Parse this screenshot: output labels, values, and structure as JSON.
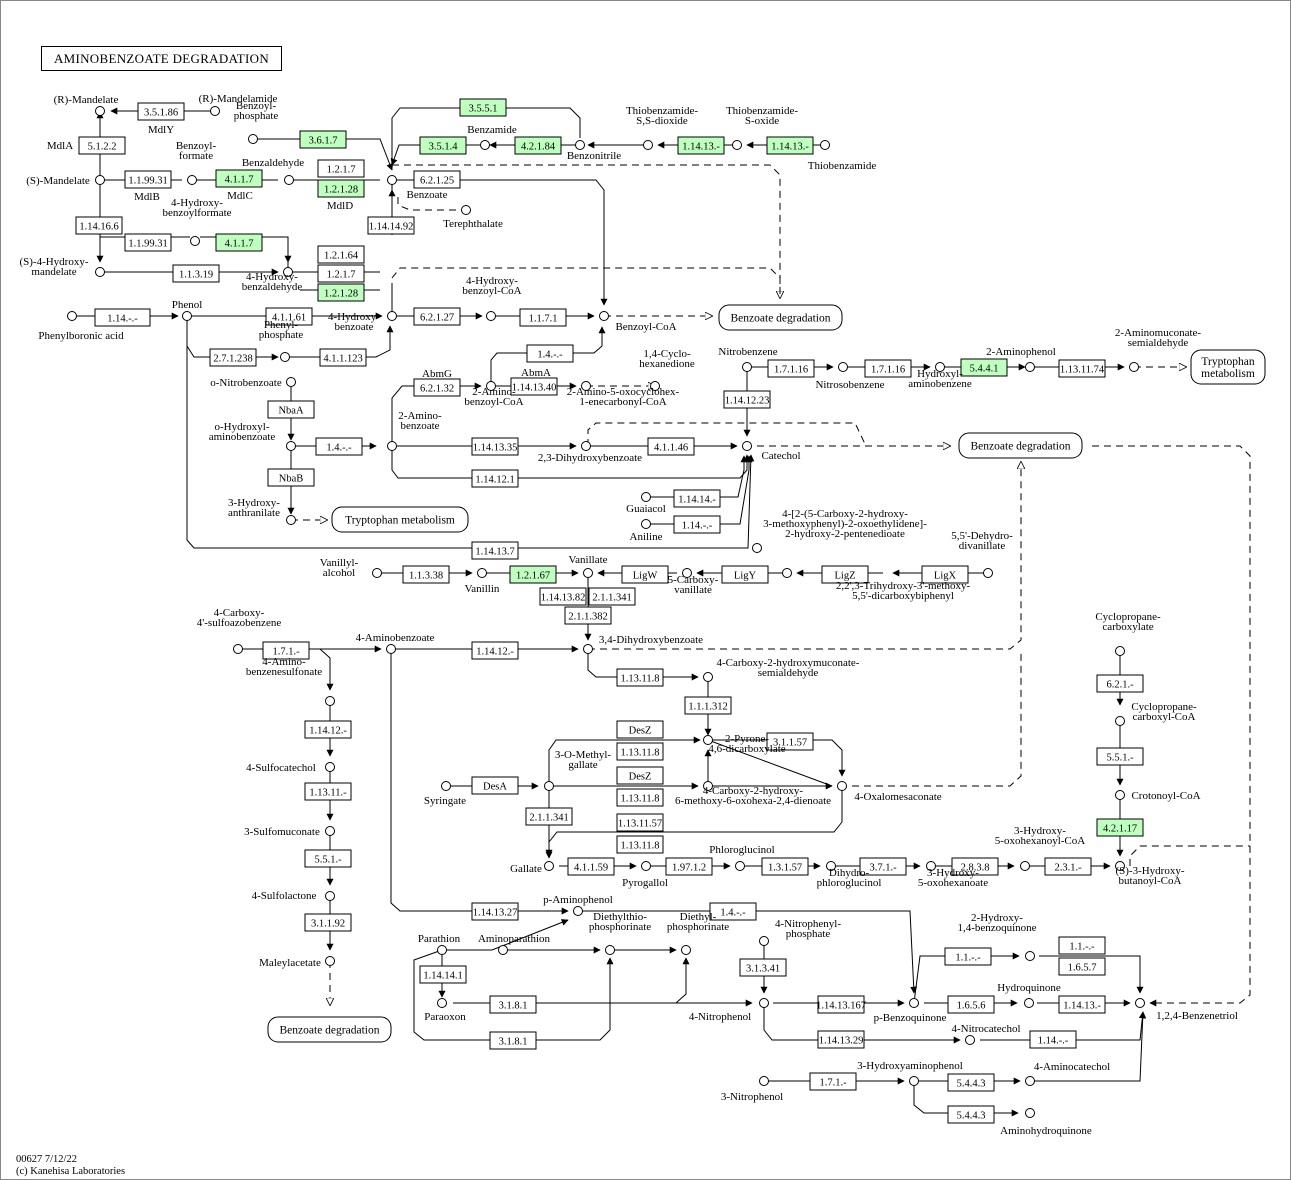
{
  "title": "AMINOBENZOATE DEGRADATION",
  "footer": {
    "map_id": "00627 7/12/22",
    "copyright": "(c) Kanehisa Laboratories"
  },
  "colors": {
    "enzyme_found": "#bfffbf",
    "enzyme_default": "#ffffff",
    "line": "#000000",
    "background": "#ffffff"
  },
  "enzymes": [
    {
      "id": "e1",
      "label": "3.5.1.86",
      "found": false
    },
    {
      "id": "e2",
      "label": "5.1.2.2",
      "found": false
    },
    {
      "id": "e3",
      "label": "1.1.99.31",
      "found": false
    },
    {
      "id": "e4",
      "label": "4.1.1.7",
      "found": true
    },
    {
      "id": "e5",
      "label": "3.6.1.7",
      "found": true
    },
    {
      "id": "e6",
      "label": "1.2.1.7",
      "found": false
    },
    {
      "id": "e7",
      "label": "1.2.1.28",
      "found": true
    },
    {
      "id": "e8",
      "label": "3.5.5.1",
      "found": true
    },
    {
      "id": "e9",
      "label": "3.5.1.4",
      "found": true
    },
    {
      "id": "e10",
      "label": "4.2.1.84",
      "found": true
    },
    {
      "id": "e11",
      "label": "1.14.13.-",
      "found": true
    },
    {
      "id": "e12",
      "label": "1.14.13.-",
      "found": true
    },
    {
      "id": "e13",
      "label": "6.2.1.25",
      "found": false
    },
    {
      "id": "e14",
      "label": "1.14.16.6",
      "found": false
    },
    {
      "id": "e15",
      "label": "1.14.14.92",
      "found": false
    },
    {
      "id": "e16",
      "label": "1.1.99.31",
      "found": false
    },
    {
      "id": "e17",
      "label": "4.1.1.7",
      "found": true
    },
    {
      "id": "e18",
      "label": "1.2.1.64",
      "found": false
    },
    {
      "id": "e19",
      "label": "1.1.3.19",
      "found": false
    },
    {
      "id": "e20",
      "label": "1.2.1.7",
      "found": false
    },
    {
      "id": "e21",
      "label": "1.2.1.28",
      "found": true
    },
    {
      "id": "e22",
      "label": "1.14.-.-",
      "found": false
    },
    {
      "id": "e23",
      "label": "4.1.1.61",
      "found": false
    },
    {
      "id": "e24",
      "label": "6.2.1.27",
      "found": false
    },
    {
      "id": "e25",
      "label": "1.1.7.1",
      "found": false
    },
    {
      "id": "e26",
      "label": "2.7.1.238",
      "found": false
    },
    {
      "id": "e27",
      "label": "4.1.1.123",
      "found": false
    },
    {
      "id": "e28",
      "label": "1.4.-.-",
      "found": false
    },
    {
      "id": "e29",
      "label": "6.2.1.32",
      "found": false
    },
    {
      "id": "e30",
      "label": "1.14.13.40",
      "found": false
    },
    {
      "id": "e31",
      "label": "1.7.1.16",
      "found": false
    },
    {
      "id": "e32",
      "label": "1.7.1.16",
      "found": false
    },
    {
      "id": "e33",
      "label": "5.4.4.1",
      "found": true
    },
    {
      "id": "e34",
      "label": "1.13.11.74",
      "found": false
    },
    {
      "id": "e35",
      "label": "NbaA",
      "found": false
    },
    {
      "id": "e36",
      "label": "1.4.-.-",
      "found": false
    },
    {
      "id": "e37",
      "label": "NbaB",
      "found": false
    },
    {
      "id": "e38",
      "label": "1.14.13.35",
      "found": false
    },
    {
      "id": "e39",
      "label": "4.1.1.46",
      "found": false
    },
    {
      "id": "e40",
      "label": "1.14.12.23",
      "found": false
    },
    {
      "id": "e41",
      "label": "1.14.12.1",
      "found": false
    },
    {
      "id": "e42",
      "label": "1.14.14.-",
      "found": false
    },
    {
      "id": "e43",
      "label": "1.14.-.-",
      "found": false
    },
    {
      "id": "e44",
      "label": "1.14.13.7",
      "found": false
    },
    {
      "id": "e45",
      "label": "1.1.3.38",
      "found": false
    },
    {
      "id": "e46",
      "label": "1.2.1.67",
      "found": true
    },
    {
      "id": "e47",
      "label": "LigW",
      "found": false
    },
    {
      "id": "e48",
      "label": "LigY",
      "found": false
    },
    {
      "id": "e49",
      "label": "LigZ",
      "found": false
    },
    {
      "id": "e50",
      "label": "LigX",
      "found": false
    },
    {
      "id": "e51",
      "label": "1.14.13.82",
      "found": false
    },
    {
      "id": "e52",
      "label": "2.1.1.341",
      "found": false
    },
    {
      "id": "e53",
      "label": "2.1.1.382",
      "found": false
    },
    {
      "id": "e54",
      "label": "1.7.1.-",
      "found": false
    },
    {
      "id": "e55",
      "label": "1.14.12.-",
      "found": false
    },
    {
      "id": "e56",
      "label": "1.13.11.8",
      "found": false
    },
    {
      "id": "e57",
      "label": "1.1.1.312",
      "found": false
    },
    {
      "id": "e58",
      "label": "DesZ",
      "found": false
    },
    {
      "id": "e59",
      "label": "1.13.11.8",
      "found": false
    },
    {
      "id": "e60",
      "label": "3.1.1.57",
      "found": false
    },
    {
      "id": "e61",
      "label": "DesA",
      "found": false
    },
    {
      "id": "e62",
      "label": "DesZ",
      "found": false
    },
    {
      "id": "e63",
      "label": "1.13.11.8",
      "found": false
    },
    {
      "id": "e64",
      "label": "2.1.1.341",
      "found": false
    },
    {
      "id": "e65",
      "label": "1.13.11.57",
      "found": false
    },
    {
      "id": "e66",
      "label": "1.13.11.8",
      "found": false
    },
    {
      "id": "e67",
      "label": "4.1.1.59",
      "found": false
    },
    {
      "id": "e68",
      "label": "1.97.1.2",
      "found": false
    },
    {
      "id": "e69",
      "label": "1.3.1.57",
      "found": false
    },
    {
      "id": "e70",
      "label": "3.7.1.-",
      "found": false
    },
    {
      "id": "e71",
      "label": "2.8.3.8",
      "found": false
    },
    {
      "id": "e72",
      "label": "2.3.1.-",
      "found": false
    },
    {
      "id": "e73",
      "label": "1.14.12.-",
      "found": false
    },
    {
      "id": "e74",
      "label": "1.13.11.-",
      "found": false
    },
    {
      "id": "e75",
      "label": "5.5.1.-",
      "found": false
    },
    {
      "id": "e76",
      "label": "3.1.1.92",
      "found": false
    },
    {
      "id": "e77",
      "label": "6.2.1.-",
      "found": false
    },
    {
      "id": "e78",
      "label": "5.5.1.-",
      "found": false
    },
    {
      "id": "e79",
      "label": "4.2.1.17",
      "found": true
    },
    {
      "id": "e80",
      "label": "1.14.13.27",
      "found": false
    },
    {
      "id": "e81",
      "label": "1.4.-.-",
      "found": false
    },
    {
      "id": "e82",
      "label": "1.14.14.1",
      "found": false
    },
    {
      "id": "e83",
      "label": "3.1.8.1",
      "found": false
    },
    {
      "id": "e84",
      "label": "3.1.8.1",
      "found": false
    },
    {
      "id": "e85",
      "label": "3.1.3.41",
      "found": false
    },
    {
      "id": "e86",
      "label": "1.14.13.167",
      "found": false
    },
    {
      "id": "e87",
      "label": "1.14.13.29",
      "found": false
    },
    {
      "id": "e88",
      "label": "1.1.-.-",
      "found": false
    },
    {
      "id": "e89",
      "label": "1.1.-.-",
      "found": false
    },
    {
      "id": "e90",
      "label": "1.6.5.7",
      "found": false
    },
    {
      "id": "e91",
      "label": "1.6.5.6",
      "found": false
    },
    {
      "id": "e92",
      "label": "1.14.13.-",
      "found": false
    },
    {
      "id": "e93",
      "label": "1.14.-.-",
      "found": false
    },
    {
      "id": "e94",
      "label": "1.7.1.-",
      "found": false
    },
    {
      "id": "e95",
      "label": "5.4.4.3",
      "found": false
    },
    {
      "id": "e96",
      "label": "5.4.4.3",
      "found": false
    }
  ],
  "gene_labels": [
    {
      "id": "g1",
      "text": "MdlY"
    },
    {
      "id": "g2",
      "text": "MdlA"
    },
    {
      "id": "g3",
      "text": "MdlB"
    },
    {
      "id": "g4",
      "text": "MdlC"
    },
    {
      "id": "g5",
      "text": "MdlD"
    },
    {
      "id": "g6",
      "text": "AbmG"
    },
    {
      "id": "g7",
      "text": "AbmA"
    }
  ],
  "compounds": [
    {
      "id": "c1",
      "lines": [
        "(R)-Mandelate"
      ]
    },
    {
      "id": "c2",
      "lines": [
        "(R)-Mandelamide"
      ]
    },
    {
      "id": "c3",
      "lines": [
        "(S)-Mandelate"
      ]
    },
    {
      "id": "c4",
      "lines": [
        "Benzoyl-",
        "formate"
      ]
    },
    {
      "id": "c5",
      "lines": [
        "Benzaldehyde"
      ]
    },
    {
      "id": "c6",
      "lines": [
        "Benzoyl-",
        "phosphate"
      ]
    },
    {
      "id": "c7",
      "lines": [
        "Benzamide"
      ]
    },
    {
      "id": "c8",
      "lines": [
        "Benzonitrile"
      ]
    },
    {
      "id": "c9",
      "lines": [
        "Thiobenzamide-",
        "S,S-dioxide"
      ]
    },
    {
      "id": "c10",
      "lines": [
        "Thiobenzamide-",
        "S-oxide"
      ]
    },
    {
      "id": "c11",
      "lines": [
        "Thiobenzamide"
      ]
    },
    {
      "id": "c12",
      "lines": [
        "Benzoate"
      ]
    },
    {
      "id": "c13",
      "lines": [
        "Terephthalate"
      ]
    },
    {
      "id": "c14",
      "lines": [
        "4-Hydroxy-",
        "benzoylformate"
      ]
    },
    {
      "id": "c15",
      "lines": [
        "(S)-4-Hydroxy-",
        "mandelate"
      ]
    },
    {
      "id": "c16",
      "lines": [
        "4-Hydroxy-",
        "benzaldehyde"
      ]
    },
    {
      "id": "c17",
      "lines": [
        "Phenol"
      ]
    },
    {
      "id": "c18",
      "lines": [
        "Phenylboronic acid"
      ]
    },
    {
      "id": "c19",
      "lines": [
        "4-Hydroxy-",
        "benzoate"
      ]
    },
    {
      "id": "c20",
      "lines": [
        "4-Hydroxy-",
        "benzoyl-CoA"
      ]
    },
    {
      "id": "c21",
      "lines": [
        "Benzoyl-CoA"
      ]
    },
    {
      "id": "c22",
      "lines": [
        "Phenyl-",
        "phosphate"
      ]
    },
    {
      "id": "c23",
      "lines": [
        "o-Nitrobenzoate"
      ]
    },
    {
      "id": "c24",
      "lines": [
        "2-Amino-",
        "benzoyl-CoA"
      ]
    },
    {
      "id": "c25",
      "lines": [
        "2-Amino-5-oxocyclohex-",
        "1-enecarbonyl-CoA"
      ]
    },
    {
      "id": "c26",
      "lines": [
        "1,4-Cyclo-",
        "hexanedione"
      ]
    },
    {
      "id": "c27",
      "lines": [
        "Nitrobenzene"
      ]
    },
    {
      "id": "c28",
      "lines": [
        "Nitrosobenzene"
      ]
    },
    {
      "id": "c29",
      "lines": [
        "Hydroxyl-",
        "aminobenzene"
      ]
    },
    {
      "id": "c30",
      "lines": [
        "2-Aminophenol"
      ]
    },
    {
      "id": "c31",
      "lines": [
        "2-Aminomuconate-",
        "semialdehyde"
      ]
    },
    {
      "id": "c32",
      "lines": [
        "o-Hydroxyl-",
        "aminobenzoate"
      ]
    },
    {
      "id": "c33",
      "lines": [
        "2-Amino-",
        "benzoate"
      ]
    },
    {
      "id": "c34",
      "lines": [
        "2,3-Dihydroxybenzoate"
      ]
    },
    {
      "id": "c35",
      "lines": [
        "Catechol"
      ]
    },
    {
      "id": "c36",
      "lines": [
        "3-Hydroxy-",
        "anthranilate"
      ]
    },
    {
      "id": "c37",
      "lines": [
        "Guaiacol"
      ]
    },
    {
      "id": "c38",
      "lines": [
        "Aniline"
      ]
    },
    {
      "id": "c39",
      "lines": [
        "4-[2-(5-Carboxy-2-hydroxy-",
        "3-methoxyphenyl)-2-oxoethylidene]-",
        "2-hydroxy-2-pentenedioate"
      ]
    },
    {
      "id": "c40",
      "lines": [
        "5,5'-Dehydro-",
        "divanillate"
      ]
    },
    {
      "id": "c41",
      "lines": [
        "Vanillyl-",
        "alcohol"
      ]
    },
    {
      "id": "c42",
      "lines": [
        "Vanillin"
      ]
    },
    {
      "id": "c43",
      "lines": [
        "Vanillate"
      ]
    },
    {
      "id": "c44",
      "lines": [
        "5-Carboxy-",
        "vanillate"
      ]
    },
    {
      "id": "c45",
      "lines": [
        "2,2',3-Trihydroxy-3'-methoxy-",
        "5,5'-dicarboxybiphenyl"
      ]
    },
    {
      "id": "c46",
      "lines": [
        "4-Carboxy-",
        "4'-sulfoazobenzene"
      ]
    },
    {
      "id": "c47",
      "lines": [
        "4-Aminobenzoate"
      ]
    },
    {
      "id": "c48",
      "lines": [
        "3,4-Dihydroxybenzoate"
      ]
    },
    {
      "id": "c49",
      "lines": [
        "4-Amino-",
        "benzenesulfonate"
      ]
    },
    {
      "id": "c50",
      "lines": [
        "4-Carboxy-2-hydroxymuconate-",
        "semialdehyde"
      ]
    },
    {
      "id": "c51",
      "lines": [
        "Cyclopropane-",
        "carboxylate"
      ]
    },
    {
      "id": "c52",
      "lines": [
        "Cyclopropane-",
        "carboxyl-CoA"
      ]
    },
    {
      "id": "c53",
      "lines": [
        "4-Sulfocatechol"
      ]
    },
    {
      "id": "c54",
      "lines": [
        "3-O-Methyl-",
        "gallate"
      ]
    },
    {
      "id": "c55",
      "lines": [
        "2-Pyrone-",
        "4,6-dicarboxylate"
      ]
    },
    {
      "id": "c56",
      "lines": [
        "Syringate"
      ]
    },
    {
      "id": "c57",
      "lines": [
        "4-Oxalomesaconate"
      ]
    },
    {
      "id": "c58",
      "lines": [
        "Crotonoyl-CoA"
      ]
    },
    {
      "id": "c59",
      "lines": [
        "4-Carboxy-2-hydroxy-",
        "6-methoxy-6-oxohexa-2,4-dienoate"
      ]
    },
    {
      "id": "c60",
      "lines": [
        "3-Sulfomuconate"
      ]
    },
    {
      "id": "c61",
      "lines": [
        "Gallate"
      ]
    },
    {
      "id": "c62",
      "lines": [
        "Pyrogallol"
      ]
    },
    {
      "id": "c63",
      "lines": [
        "Phloroglucinol"
      ]
    },
    {
      "id": "c64",
      "lines": [
        "Dihydro-",
        "phloroglucinol"
      ]
    },
    {
      "id": "c65",
      "lines": [
        "3-Hydroxy-",
        "5-oxohexanoate"
      ]
    },
    {
      "id": "c66",
      "lines": [
        "3-Hydroxy-",
        "5-oxohexanoyl-CoA"
      ]
    },
    {
      "id": "c67",
      "lines": [
        "(S)-3-Hydroxy-",
        "butanoyl-CoA"
      ]
    },
    {
      "id": "c68",
      "lines": [
        "4-Sulfolactone"
      ]
    },
    {
      "id": "c69",
      "lines": [
        "p-Aminophenol"
      ]
    },
    {
      "id": "c70",
      "lines": [
        "Maleylacetate"
      ]
    },
    {
      "id": "c71",
      "lines": [
        "Parathion"
      ]
    },
    {
      "id": "c72",
      "lines": [
        "Aminoparathion"
      ]
    },
    {
      "id": "c73",
      "lines": [
        "Diethylthio-",
        "phosphorinate"
      ]
    },
    {
      "id": "c74",
      "lines": [
        "Diethyl-",
        "phosphorinate"
      ]
    },
    {
      "id": "c75",
      "lines": [
        "4-Nitrophenyl-",
        "phosphate"
      ]
    },
    {
      "id": "c76",
      "lines": [
        "2-Hydroxy-",
        "1,4-benzoquinone"
      ]
    },
    {
      "id": "c77",
      "lines": [
        "Paraoxon"
      ]
    },
    {
      "id": "c78",
      "lines": [
        "4-Nitrophenol"
      ]
    },
    {
      "id": "c79",
      "lines": [
        "p-Benzoquinone"
      ]
    },
    {
      "id": "c80",
      "lines": [
        "Hydroquinone"
      ]
    },
    {
      "id": "c81",
      "lines": [
        "1,2,4-Benzenetriol"
      ]
    },
    {
      "id": "c82",
      "lines": [
        "4-Nitrocatechol"
      ]
    },
    {
      "id": "c83",
      "lines": [
        "3-Hydroxyaminophenol"
      ]
    },
    {
      "id": "c84",
      "lines": [
        "4-Aminocatechol"
      ]
    },
    {
      "id": "c85",
      "lines": [
        "3-Nitrophenol"
      ]
    },
    {
      "id": "c86",
      "lines": [
        "Aminohydroquinone"
      ]
    }
  ],
  "maps": [
    {
      "id": "m1",
      "lines": [
        "Benzoate degradation"
      ]
    },
    {
      "id": "m2",
      "lines": [
        "Tryptophan",
        "metabolism"
      ]
    },
    {
      "id": "m3",
      "lines": [
        "Benzoate degradation"
      ]
    },
    {
      "id": "m4",
      "lines": [
        "Tryptophan metabolism"
      ]
    },
    {
      "id": "m5",
      "lines": [
        "Benzoate degradation"
      ]
    }
  ]
}
